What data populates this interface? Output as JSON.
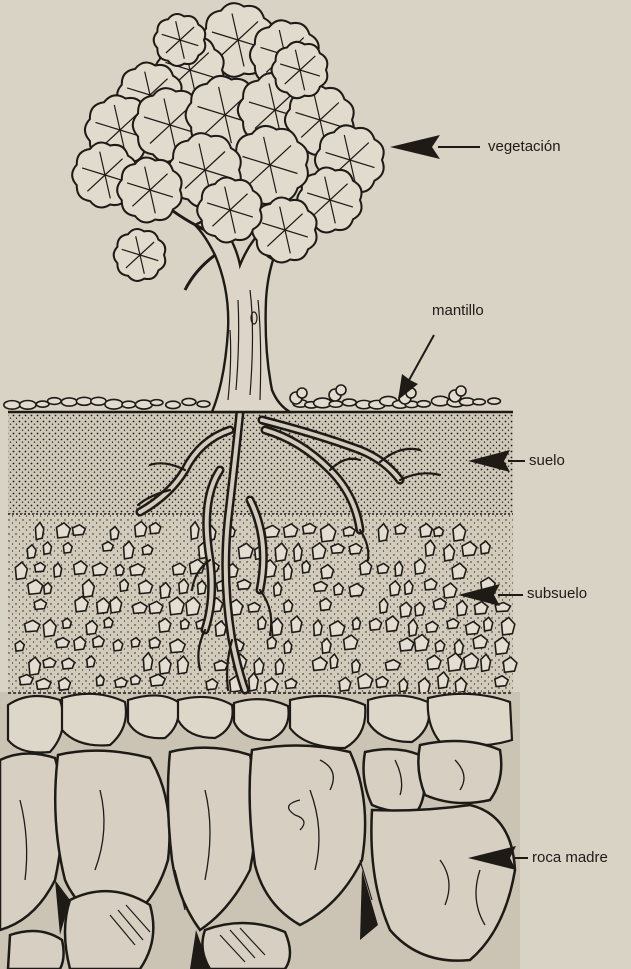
{
  "diagram": {
    "labels": {
      "vegetacion": "vegetación",
      "mantillo": "mantillo",
      "suelo": "suelo",
      "subsuelo": "subsuelo",
      "roca_madre": "roca madre"
    },
    "colors": {
      "paper": "#d9d3c6",
      "ink": "#1e1b17",
      "soil_fill": "#c9c2b3"
    }
  }
}
